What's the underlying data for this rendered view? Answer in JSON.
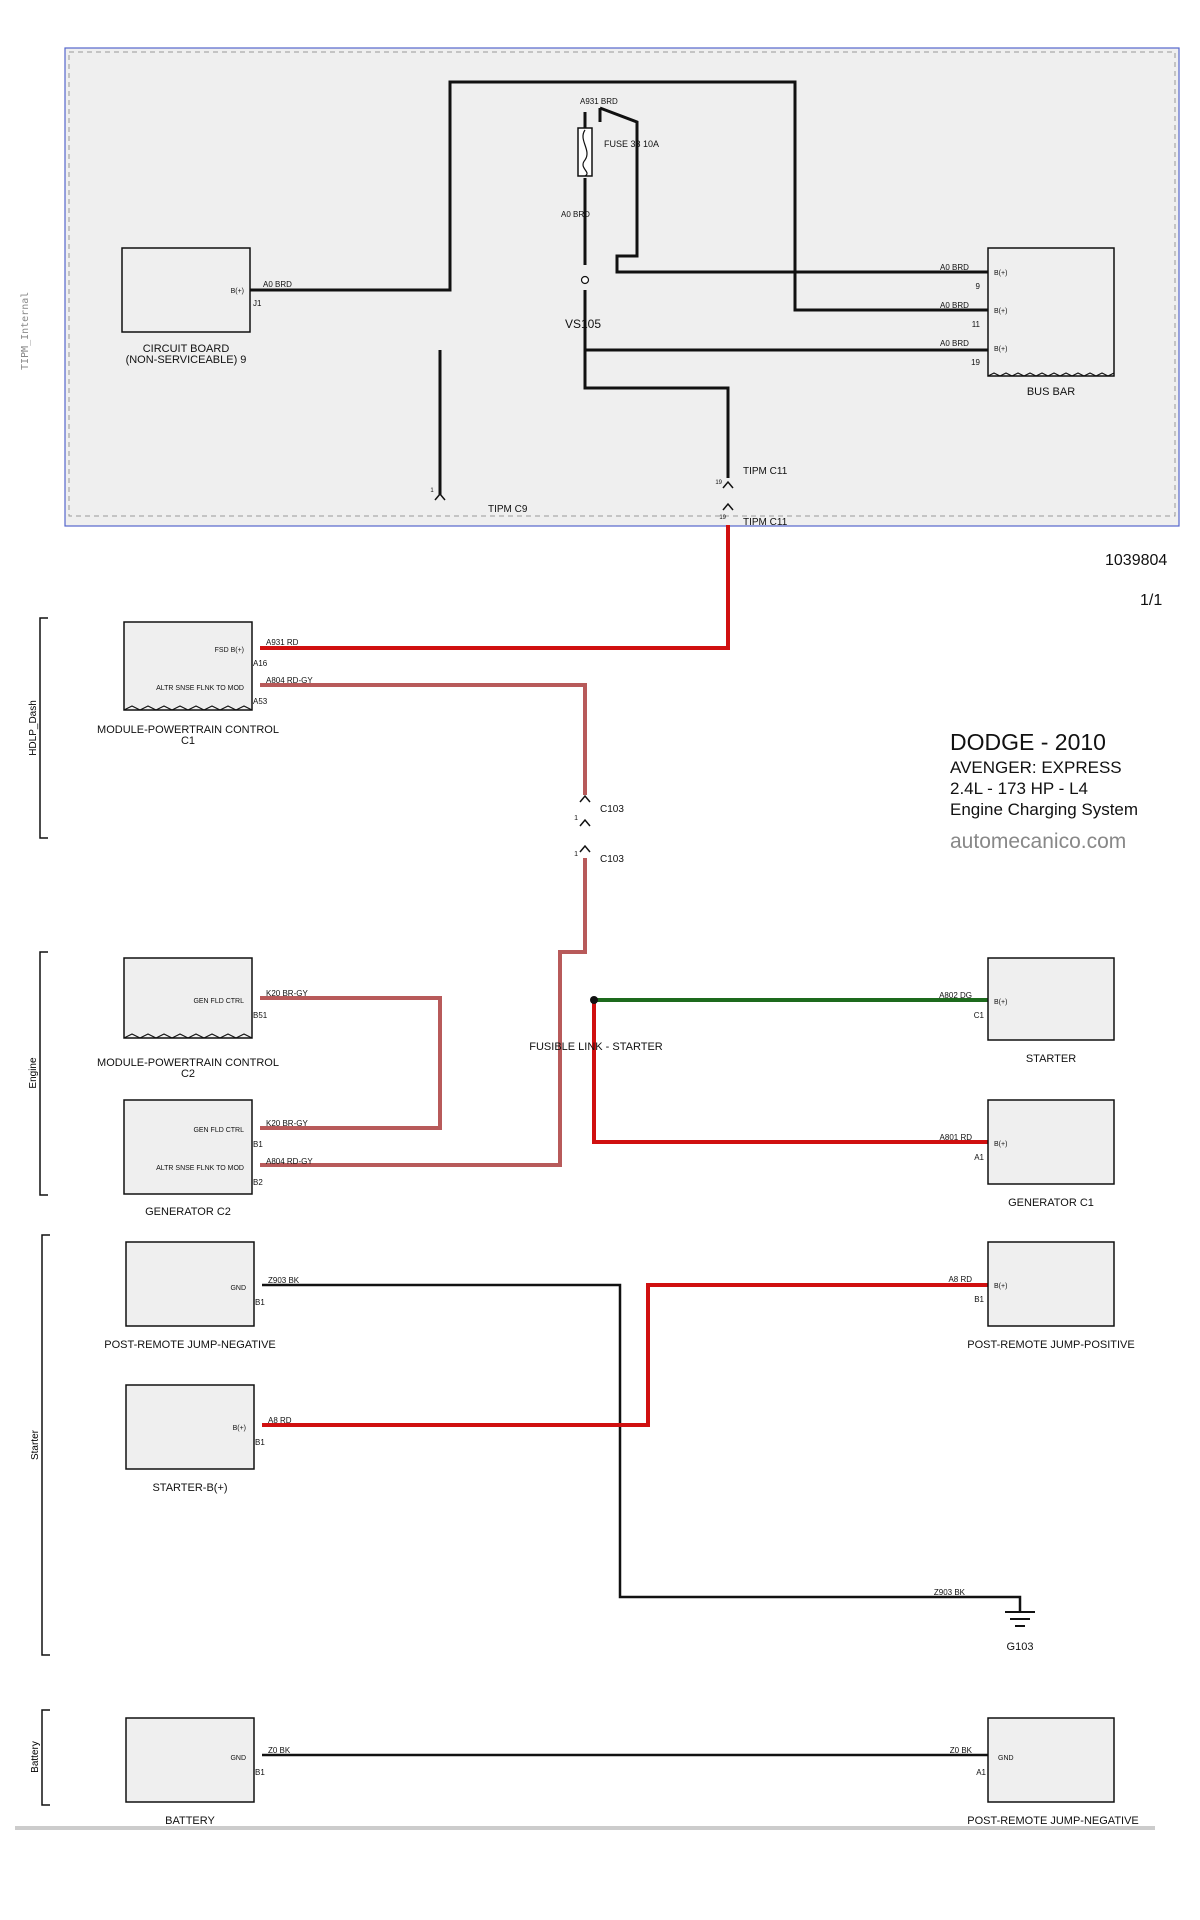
{
  "doc": {
    "id": "1039804",
    "page": "1/1"
  },
  "vehicle": {
    "make_year": "DODGE - 2010",
    "model": "AVENGER: EXPRESS",
    "engine": "2.4L - 173 HP - L4",
    "system": "Engine Charging System",
    "site": "automecanico.com"
  },
  "zone_label": "TIPM_Internal",
  "sections": [
    "HDLP_Dash",
    "Engine",
    "Starter",
    "Battery"
  ],
  "components": {
    "circuit_board": {
      "name_line1": "CIRCUIT BOARD",
      "name_line2": "(NON-SERVICEABLE) 9",
      "pin_label": "B(+)",
      "pin": "J1"
    },
    "fuse": {
      "label": "FUSE 33 10A"
    },
    "splice": {
      "label": "VS105"
    },
    "bus_bar": {
      "name": "BUS BAR",
      "pins": [
        {
          "label": "B(+)",
          "num": "9"
        },
        {
          "label": "B(+)",
          "num": "11"
        },
        {
          "label": "B(+)",
          "num": "19"
        }
      ]
    },
    "tipm_c9": {
      "name": "TIPM C9",
      "pin": "1"
    },
    "tipm_c11_upper": {
      "name": "TIPM C11",
      "pin": "19"
    },
    "tipm_c11_lower": {
      "name": "TIPM C11",
      "pin": "19"
    },
    "pcm_c1": {
      "name": "MODULE-POWERTRAIN CONTROL",
      "sub": "C1",
      "pins": [
        {
          "label": "FSD B(+)",
          "num": "A16"
        },
        {
          "label": "ALTR SNSE FLNK TO MOD",
          "num": "A53"
        }
      ]
    },
    "c103_upper": {
      "name": "C103",
      "pin": "1"
    },
    "c103_lower": {
      "name": "C103",
      "pin": "1"
    },
    "pcm_c2": {
      "name": "MODULE-POWERTRAIN CONTROL",
      "sub": "C2",
      "pin_label": "GEN FLD CTRL",
      "pin": "B51"
    },
    "generator_c2": {
      "name": "GENERATOR C2",
      "pins": [
        {
          "label": "GEN FLD CTRL",
          "num": "B1"
        },
        {
          "label": "ALTR SNSE FLNK TO MOD",
          "num": "B2"
        }
      ]
    },
    "fusible_link": {
      "name": "FUSIBLE LINK - STARTER"
    },
    "starter": {
      "name": "STARTER",
      "pin_label": "B(+)",
      "pin": "C1"
    },
    "generator_c1": {
      "name": "GENERATOR C1",
      "pin_label": "B(+)",
      "pin": "A1"
    },
    "jump_neg_1": {
      "name": "POST-REMOTE JUMP-NEGATIVE",
      "pin_label": "GND",
      "pin": "B1"
    },
    "jump_pos": {
      "name": "POST-REMOTE JUMP-POSITIVE",
      "pin_label": "B(+)",
      "pin": "B1"
    },
    "starter_bplus": {
      "name": "STARTER-B(+)",
      "pin_label": "B(+)",
      "pin": "B1"
    },
    "ground": {
      "name": "G103"
    },
    "battery": {
      "name": "BATTERY",
      "pin_label": "GND",
      "pin": "B1"
    },
    "jump_neg_2": {
      "name": "POST-REMOTE JUMP-NEGATIVE",
      "pin_label": "GND",
      "pin": "A1"
    }
  },
  "wires": {
    "a931_brd": "A931 BRD",
    "a0_brd": "A0 BRD",
    "a931_rd": "A931 RD",
    "a804_rd_gy": "A804 RD-GY",
    "k20_br_gy": "K20 BR-GY",
    "a802_dg": "A802 DG",
    "a801_rd": "A801 RD",
    "z903_bk": "Z903 BK",
    "a8_rd": "A8 RD",
    "z0_bk": "Z0 BK"
  },
  "colors": {
    "black": "#111111",
    "red": "#d01010",
    "red_gray": "#b85a5a",
    "green": "#1d6a1d",
    "box_fill": "#efefef"
  }
}
